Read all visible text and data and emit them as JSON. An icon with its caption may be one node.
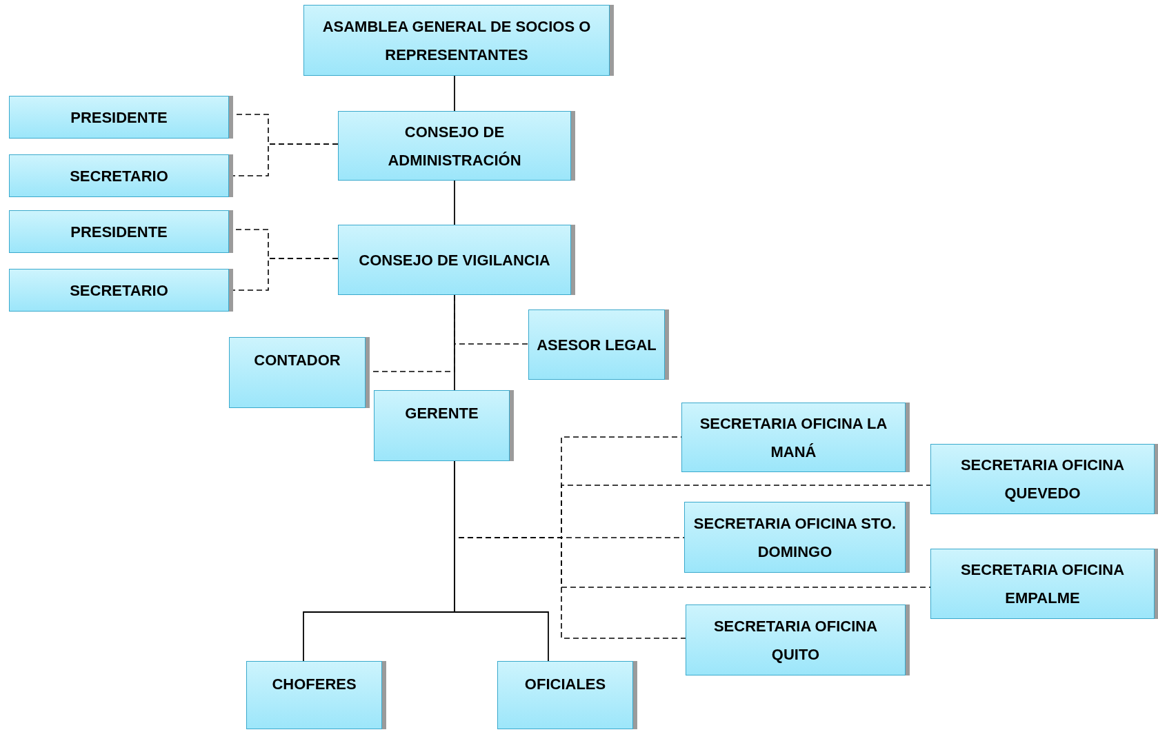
{
  "diagram": {
    "nodes": [
      {
        "text": [
          "ASAMBLEA GENERAL DE SOCIOS O REPRESENTANTES"
        ]
      },
      {
        "text": [
          "PRESIDENTE"
        ]
      },
      {
        "text": [
          "SECRETARIO"
        ]
      },
      {
        "text": [
          "CONSEJO DE ADMINISTRACIÓN"
        ]
      },
      {
        "text": [
          "PRESIDENTE"
        ]
      },
      {
        "text": [
          "SECRETARIO"
        ]
      },
      {
        "text": [
          "CONSEJO DE VIGILANCIA"
        ]
      },
      {
        "text": [
          "ASESOR LEGAL"
        ]
      },
      {
        "text": [
          "CONTADOR"
        ]
      },
      {
        "text": [
          "GERENTE"
        ]
      },
      {
        "text": [
          "SECRETARIA OFICINA LA MANÁ"
        ]
      },
      {
        "text": [
          "SECRETARIA OFICINA QUEVEDO"
        ]
      },
      {
        "text": [
          "SECRETARIA OFICINA STO. DOMINGO"
        ]
      },
      {
        "text": [
          "SECRETARIA OFICINA EMPALME"
        ]
      },
      {
        "text": [
          "SECRETARIA OFICINA QUITO"
        ]
      },
      {
        "text": [
          "CHOFERES"
        ]
      },
      {
        "text": [
          "OFICIALES"
        ]
      }
    ],
    "edges": [
      {
        "from": 0,
        "to": 3,
        "arrow": "none"
      },
      {
        "from": 3,
        "to": 1,
        "arrow": "none",
        "style": "dashed"
      },
      {
        "from": 3,
        "to": 2,
        "arrow": "none",
        "style": "dashed"
      },
      {
        "from": 3,
        "to": 6,
        "arrow": "none"
      },
      {
        "from": 6,
        "to": 4,
        "arrow": "none",
        "style": "dashed"
      },
      {
        "from": 6,
        "to": 5,
        "arrow": "none",
        "style": "dashed"
      },
      {
        "from": 6,
        "to": 9,
        "arrow": "none"
      },
      {
        "from": 6,
        "to": 7,
        "arrow": "none",
        "style": "dashed"
      },
      {
        "from": 6,
        "to": 8,
        "arrow": "none",
        "style": "dashed"
      },
      {
        "from": 9,
        "to": 12,
        "arrow": "none",
        "style": "dashed"
      },
      {
        "from": 9,
        "to": 10,
        "arrow": "none",
        "style": "dashed"
      },
      {
        "from": 9,
        "to": 11,
        "arrow": "none",
        "style": "dashed"
      },
      {
        "from": 9,
        "to": 13,
        "arrow": "none",
        "style": "dashed"
      },
      {
        "from": 9,
        "to": 14,
        "arrow": "none",
        "style": "dashed"
      },
      {
        "from": 9,
        "to": 15,
        "arrow": "none"
      },
      {
        "from": 9,
        "to": 16,
        "arrow": "none"
      }
    ]
  }
}
